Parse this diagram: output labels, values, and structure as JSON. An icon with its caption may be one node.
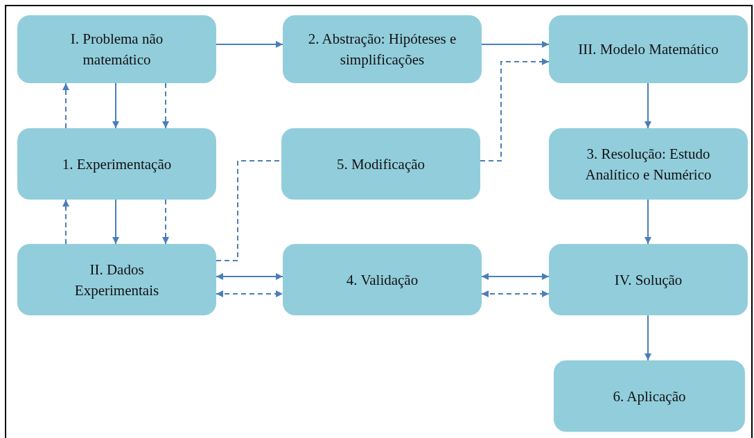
{
  "diagram": {
    "nodes": [
      {
        "text": [
          "I. Problema não matemático"
        ]
      },
      {
        "text": [
          "2. Abstração: Hipóteses e simplificações"
        ]
      },
      {
        "text": [
          "III. Modelo Matemático"
        ]
      },
      {
        "text": [
          "1. Experimentação"
        ]
      },
      {
        "text": [
          "5. Modificação"
        ]
      },
      {
        "text": [
          "3. Resolução: Estudo Analítico e Numérico"
        ]
      },
      {
        "text": [
          "II. Dados Experimentais"
        ]
      },
      {
        "text": [
          "4. Validação"
        ]
      },
      {
        "text": [
          "IV. Solução"
        ]
      },
      {
        "text": [
          "6. Aplicação"
        ]
      }
    ],
    "edges": [
      {
        "from": 0,
        "to": 1,
        "arrow": "to"
      },
      {
        "from": 1,
        "to": 2,
        "arrow": "to"
      },
      {
        "from": 4,
        "to": 2,
        "arrow": "to",
        "style": "dashed"
      },
      {
        "from": 6,
        "to": 4,
        "arrow": "none",
        "style": "dashed"
      },
      {
        "from": 3,
        "to": 0,
        "arrow": "to",
        "style": "dashed"
      },
      {
        "from": 0,
        "to": 3,
        "arrow": "to"
      },
      {
        "from": 0,
        "to": 3,
        "arrow": "to",
        "style": "dashed"
      },
      {
        "from": 6,
        "to": 3,
        "arrow": "to",
        "style": "dashed"
      },
      {
        "from": 3,
        "to": 6,
        "arrow": "to"
      },
      {
        "from": 3,
        "to": 6,
        "arrow": "to",
        "style": "dashed"
      },
      {
        "from": 6,
        "to": 7,
        "arrow": "both"
      },
      {
        "from": 6,
        "to": 7,
        "arrow": "both",
        "style": "dashed"
      },
      {
        "from": 7,
        "to": 8,
        "arrow": "both"
      },
      {
        "from": 7,
        "to": 8,
        "arrow": "both",
        "style": "dashed"
      },
      {
        "from": 2,
        "to": 5,
        "arrow": "to"
      },
      {
        "from": 5,
        "to": 8,
        "arrow": "to"
      },
      {
        "from": 8,
        "to": 9,
        "arrow": "to"
      }
    ]
  }
}
